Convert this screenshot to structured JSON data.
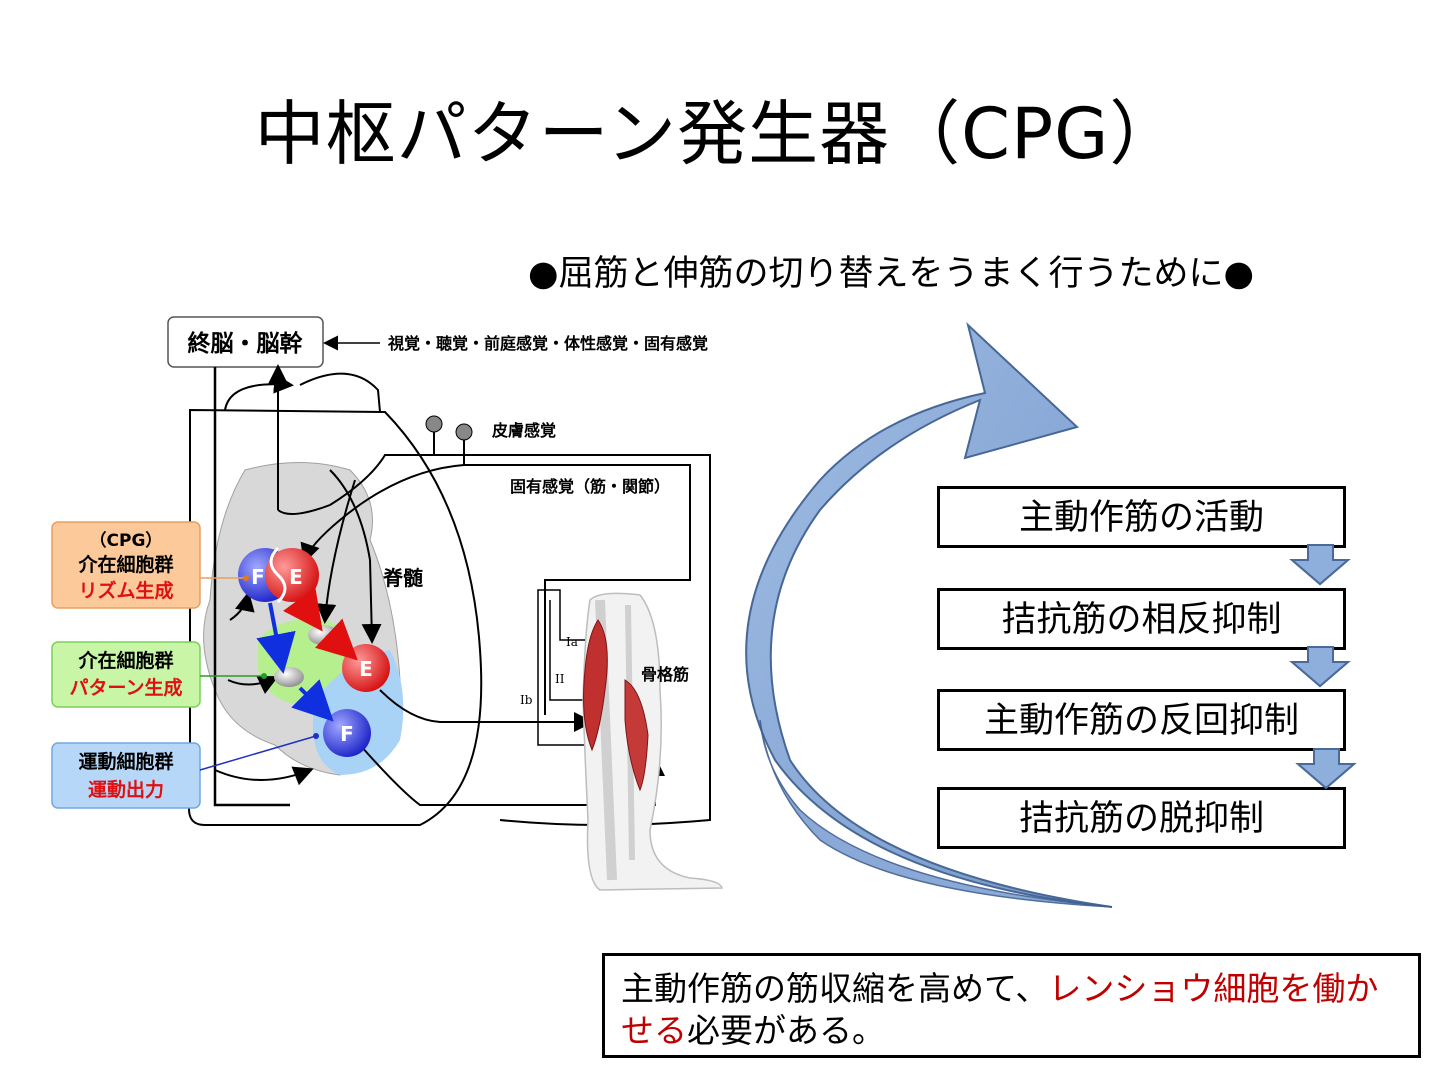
{
  "title": "中枢パターン発生器（CPG）",
  "subtitle": "●屈筋と伸筋の切り替えをうまく行うために●",
  "diagram": {
    "brain_box": "終脳・脳幹",
    "sensory_input": "視覚・聴覚・前庭感覚・体性感覚・固有感覚",
    "skin_sense": "皮膚感覚",
    "proprio_sense": "固有感覚（筋・関節）",
    "spinal_cord": "脊髄",
    "skeletal_muscle": "骨格筋",
    "fiber_ia": "Ia",
    "fiber_ii": "II",
    "fiber_ib": "Ib",
    "neuron_f": "F",
    "neuron_e": "E",
    "label_cpg": {
      "line1": "（CPG）",
      "line2": "介在細胞群",
      "line3": "リズム生成"
    },
    "label_pattern": {
      "line1": "介在細胞群",
      "line2": "パターン生成"
    },
    "label_motor": {
      "line1": "運動細胞群",
      "line2": "運動出力"
    }
  },
  "steps": [
    "主動作筋の活動",
    "拮抗筋の相反抑制",
    "主動作筋の反回抑制",
    "拮抗筋の脱抑制"
  ],
  "note": {
    "part1": "主動作筋の筋収縮を高めて、",
    "part2_red": "レンショウ細胞を働かせる",
    "part3": "必要がある。"
  },
  "colors": {
    "arrow_fill": "#8eaedb",
    "arrow_stroke": "#4a6a9c",
    "red_text": "#c00000",
    "cpg_box": "#fbc99a",
    "pattern_box": "#c8f5a6",
    "motor_box": "#b7d7f8"
  }
}
